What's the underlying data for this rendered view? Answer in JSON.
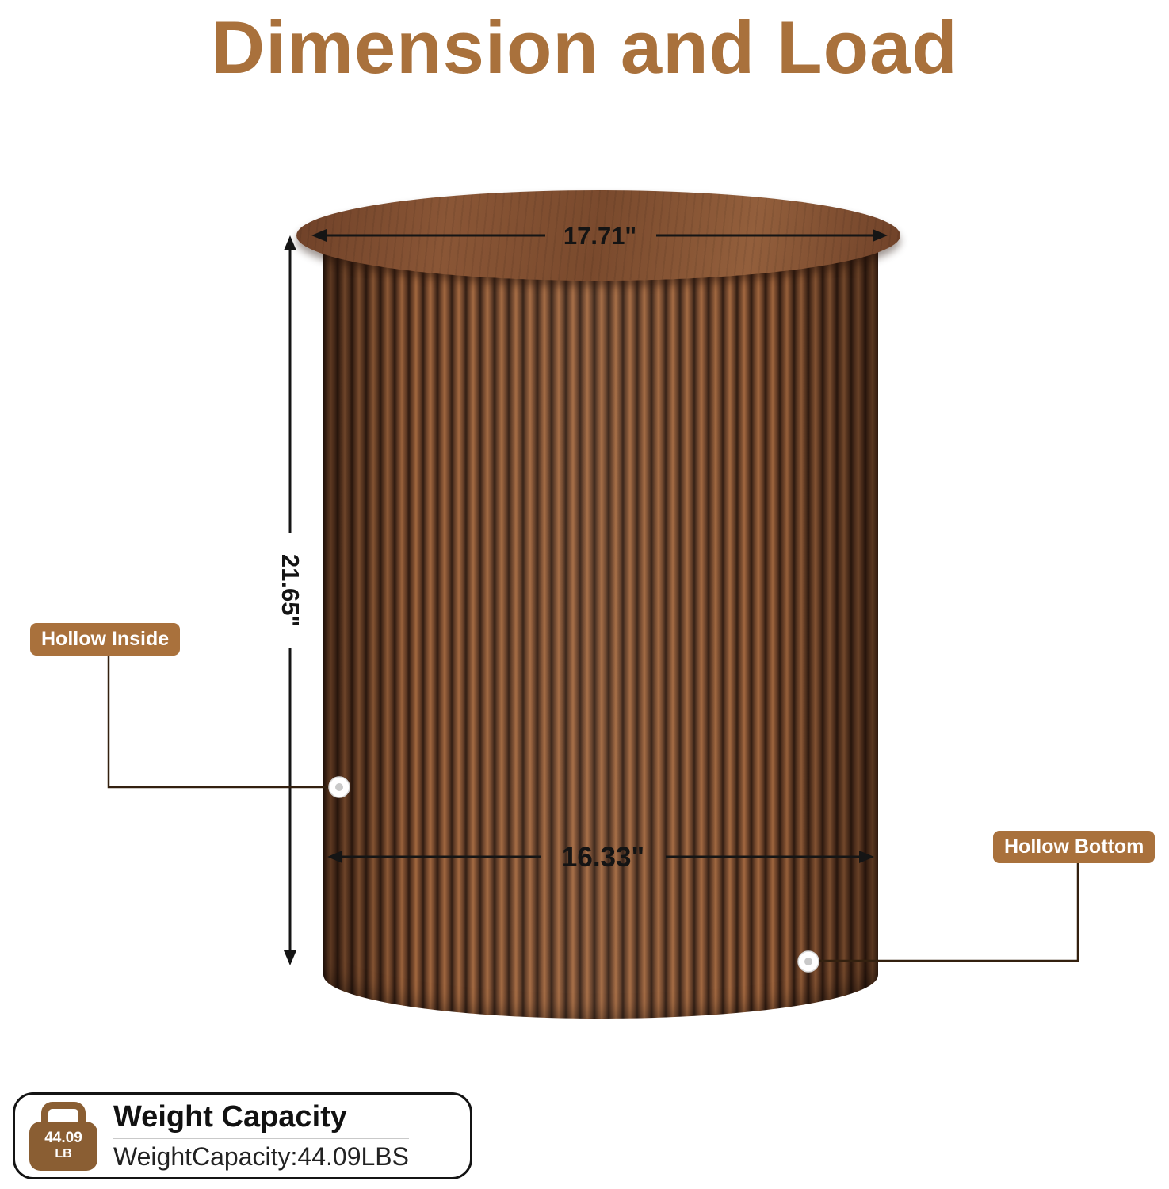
{
  "title": "Dimension and Load",
  "table": {
    "top_width_label": "17.71\"",
    "height_label": "21.65\"",
    "body_width_label": "16.33\""
  },
  "callouts": {
    "hollow_inside": "Hollow Inside",
    "hollow_bottom": "Hollow Bottom"
  },
  "weight_card": {
    "icon_value": "44.09",
    "icon_unit": "LB",
    "title": "Weight Capacity",
    "subtitle": "WeightCapacity:44.09LBS"
  },
  "colors": {
    "accent": "#A9713C",
    "arrow": "#151515",
    "wood_dark": "#2E1A10",
    "wood_mid": "#7B4B2E",
    "wood_light": "#A2683F"
  }
}
